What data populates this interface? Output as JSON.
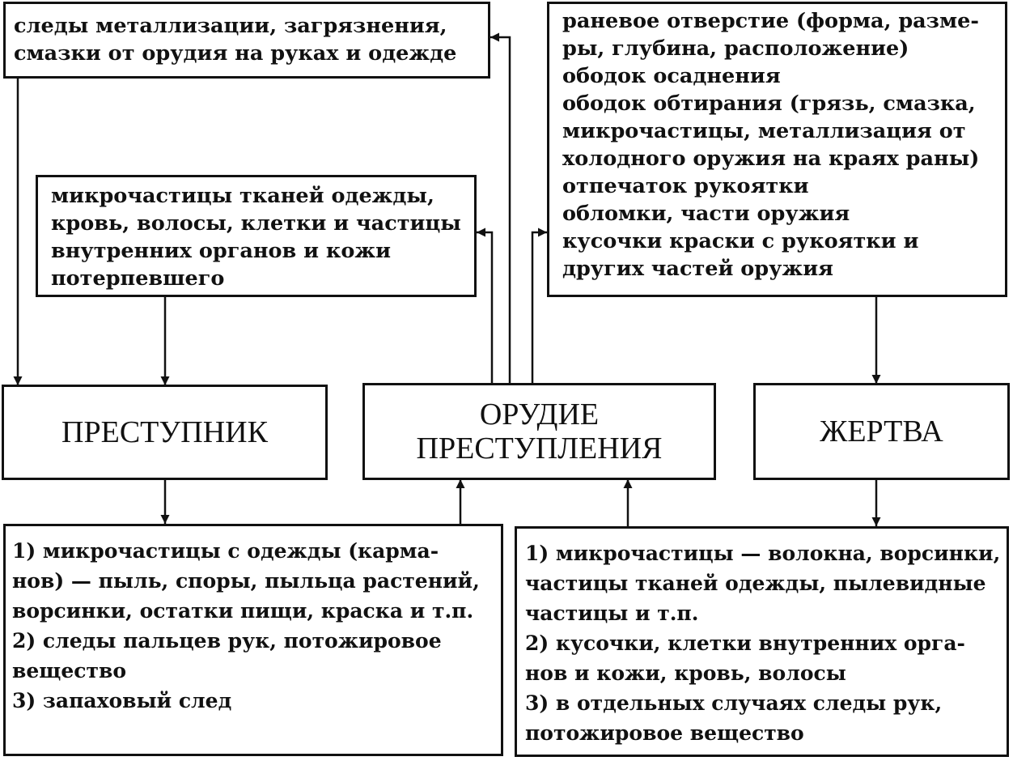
{
  "main_nodes": {
    "criminal": "ПРЕСТУПНИК",
    "weapon": [
      "ОРУДИЕ",
      "ПРЕСТУПЛЕНИЯ"
    ],
    "victim": "ЖЕРТВА"
  },
  "top_left_box": {
    "lines": [
      "следы металлизации, загрязнения,",
      "смазки от орудия на руках и одежде"
    ]
  },
  "middle_left_box": {
    "lines": [
      "микрочастицы тканей одежды,",
      "кровь, волосы, клетки и частицы",
      "внутренних органов и кожи",
      "потерпевшего"
    ]
  },
  "top_right_box": {
    "lines": [
      "раневое отверстие (форма, разме-",
      "ры, глубина, расположение)",
      "ободок осаднения",
      "ободок обтирания (грязь, смазка,",
      "микрочастицы, металлизация от",
      "холодного оружия на краях раны)",
      "отпечаток рукоятки",
      "обломки, части оружия",
      "кусочки краски с рукоятки и",
      "других частей оружия"
    ]
  },
  "bottom_left_box": {
    "lines": [
      "1) микрочастицы с одежды (карма-",
      "нов) — пыль, споры, пыльца растений,",
      "ворсинки, остатки пищи, краска и т.п.",
      "2) следы пальцев рук, потожировое",
      "вещество",
      "3) запаховый след"
    ]
  },
  "bottom_right_box": {
    "lines": [
      "1) микрочастицы — волокна, ворсинки,",
      "частицы тканей одежды, пылевидные",
      "частицы и т.п.",
      "2) кусочки, клетки внутренних орга-",
      "нов и кожи, кровь, волосы",
      "3) в отдельных случаях следы рук,",
      "потожировое вещество"
    ]
  }
}
